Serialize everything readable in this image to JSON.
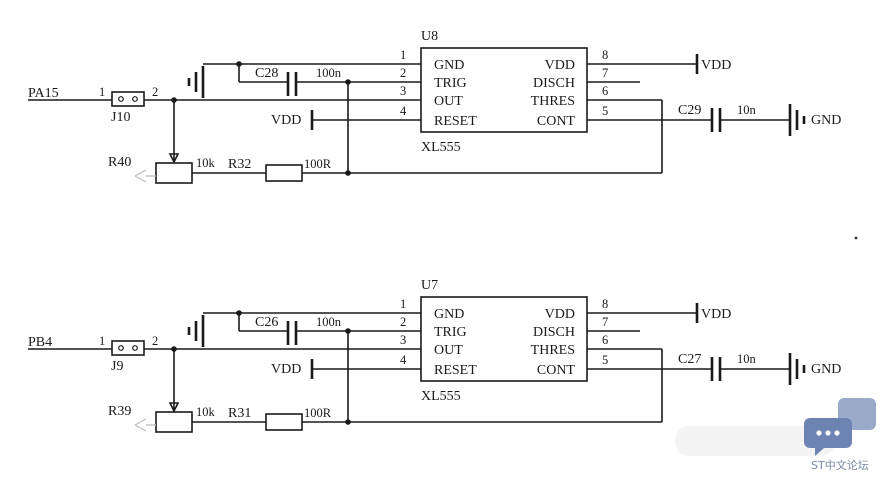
{
  "circuits": [
    {
      "input_net": "PA15",
      "jumper": {
        "ref": "J10",
        "pin1": "1",
        "pin2": "2"
      },
      "chip": {
        "ref": "U8",
        "part": "XL555",
        "left_pins": [
          {
            "num": "1",
            "name": "GND"
          },
          {
            "num": "2",
            "name": "TRIG"
          },
          {
            "num": "3",
            "name": "OUT"
          },
          {
            "num": "4",
            "name": "RESET"
          }
        ],
        "right_pins": [
          {
            "num": "8",
            "name": "VDD"
          },
          {
            "num": "7",
            "name": "DISCH"
          },
          {
            "num": "6",
            "name": "THRES"
          },
          {
            "num": "5",
            "name": "CONT"
          }
        ]
      },
      "cap_trig": {
        "ref": "C28",
        "value": "100n"
      },
      "cap_cont": {
        "ref": "C29",
        "value": "10n"
      },
      "pot": {
        "ref": "R40",
        "value": "10k"
      },
      "resistor": {
        "ref": "R32",
        "value": "100R"
      },
      "net_vdd_reset": "VDD",
      "net_vdd_supply": "VDD",
      "net_gnd": "GND"
    },
    {
      "input_net": "PB4",
      "jumper": {
        "ref": "J9",
        "pin1": "1",
        "pin2": "2"
      },
      "chip": {
        "ref": "U7",
        "part": "XL555",
        "left_pins": [
          {
            "num": "1",
            "name": "GND"
          },
          {
            "num": "2",
            "name": "TRIG"
          },
          {
            "num": "3",
            "name": "OUT"
          },
          {
            "num": "4",
            "name": "RESET"
          }
        ],
        "right_pins": [
          {
            "num": "8",
            "name": "VDD"
          },
          {
            "num": "7",
            "name": "DISCH"
          },
          {
            "num": "6",
            "name": "THRES"
          },
          {
            "num": "5",
            "name": "CONT"
          }
        ]
      },
      "cap_trig": {
        "ref": "C26",
        "value": "100n"
      },
      "cap_cont": {
        "ref": "C27",
        "value": "10n"
      },
      "pot": {
        "ref": "R39",
        "value": "10k"
      },
      "resistor": {
        "ref": "R31",
        "value": "100R"
      },
      "net_vdd_reset": "VDD",
      "net_vdd_supply": "VDD",
      "net_gnd": "GND"
    }
  ],
  "watermark": {
    "text": "ST中文论坛"
  }
}
